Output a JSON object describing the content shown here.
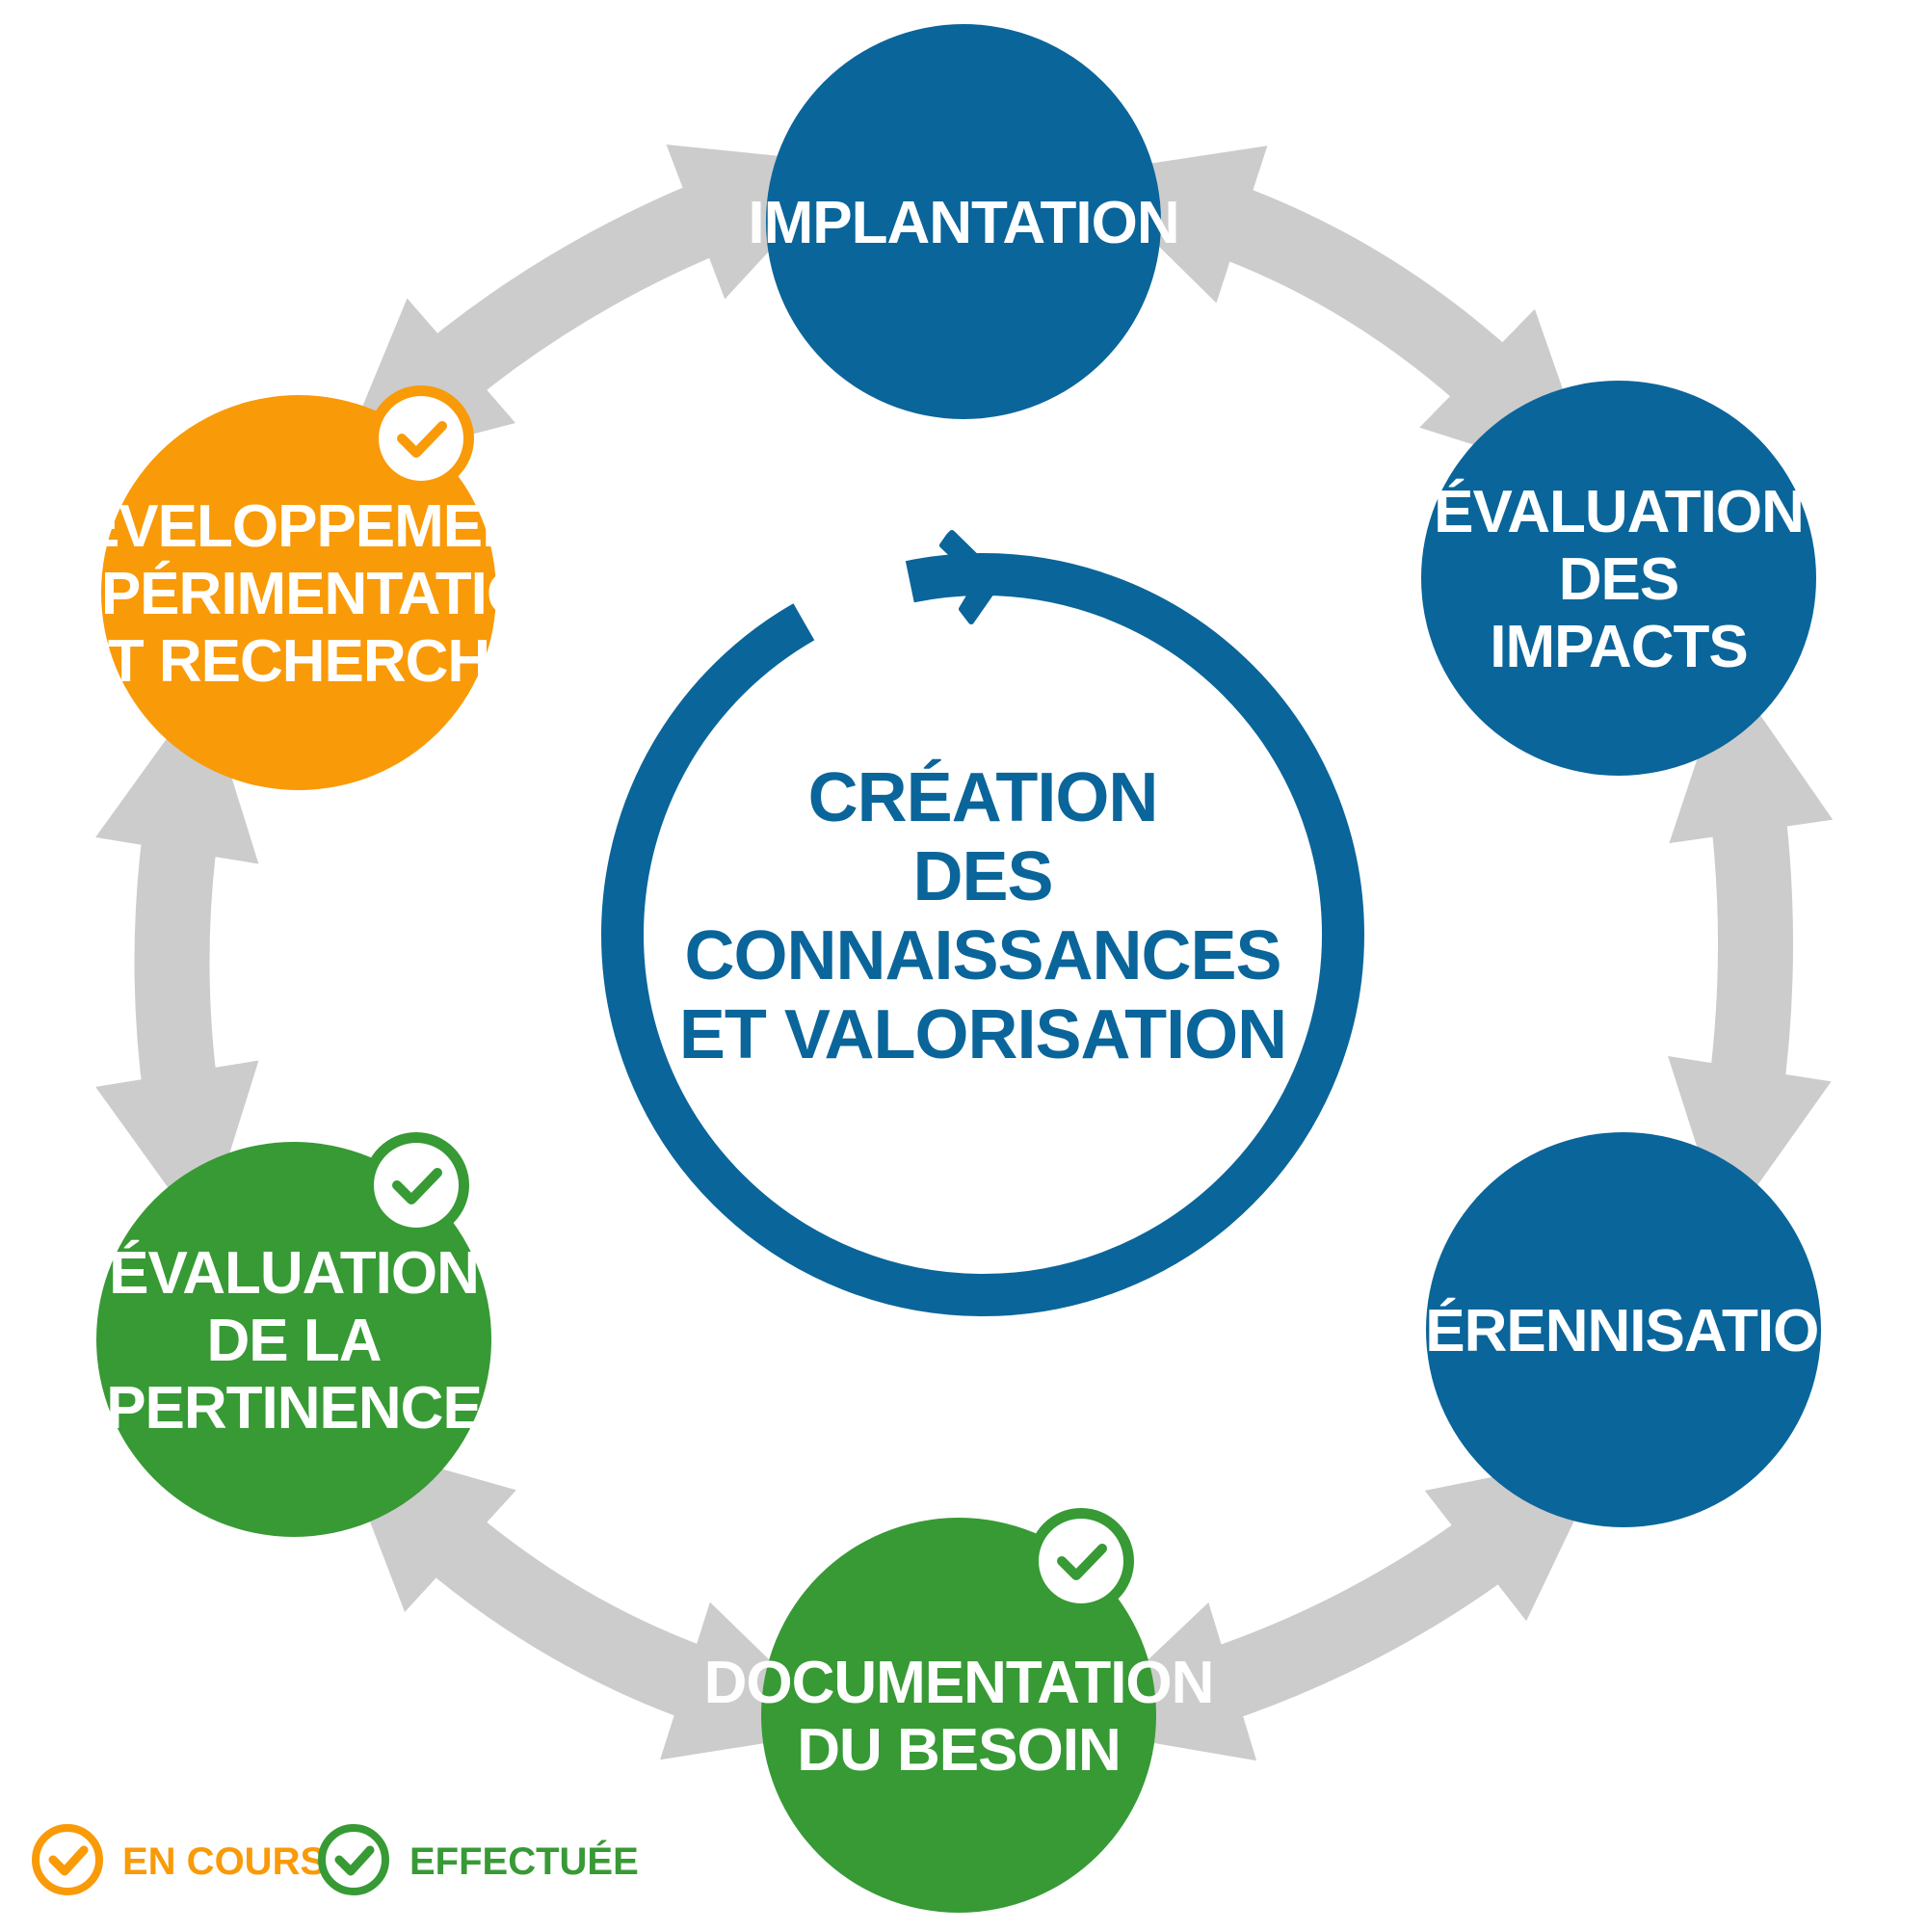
{
  "colors": {
    "blue": "#0a659a",
    "orange": "#f99a08",
    "green": "#379a35",
    "arrow": "#cccccc",
    "white": "#ffffff"
  },
  "center": {
    "lines": [
      "CRÉATION",
      "DES",
      "CONNAISSANCES",
      "ET VALORISATION"
    ]
  },
  "nodes": [
    {
      "id": "implantation",
      "lines": [
        "IMPLANTATION"
      ],
      "status": "none",
      "color": "blue"
    },
    {
      "id": "evaluation-impacts",
      "lines": [
        "ÉVALUATION",
        "DES",
        "IMPACTS"
      ],
      "status": "none",
      "color": "blue"
    },
    {
      "id": "perennisation",
      "lines": [
        "PÉRENNISATION"
      ],
      "status": "none",
      "color": "blue"
    },
    {
      "id": "documentation-besoin",
      "lines": [
        "DOCUMENTATION",
        "DU BESOIN"
      ],
      "status": "effectuee",
      "color": "green"
    },
    {
      "id": "evaluation-pertinence",
      "lines": [
        "ÉVALUATION",
        "DE LA",
        "PERTINENCE"
      ],
      "status": "effectuee",
      "color": "green"
    },
    {
      "id": "developpement",
      "lines": [
        "DÉVELOPPEMENT",
        "EXPÉRIMENTATION",
        "ET RECHERCHE"
      ],
      "status": "en-cours",
      "color": "orange"
    }
  ],
  "legend": {
    "en_cours": {
      "label": "EN COURS",
      "color": "#f99a08",
      "icon": "check-icon"
    },
    "effectuee": {
      "label": "EFFECTUÉE",
      "color": "#379a35",
      "icon": "check-icon"
    }
  }
}
